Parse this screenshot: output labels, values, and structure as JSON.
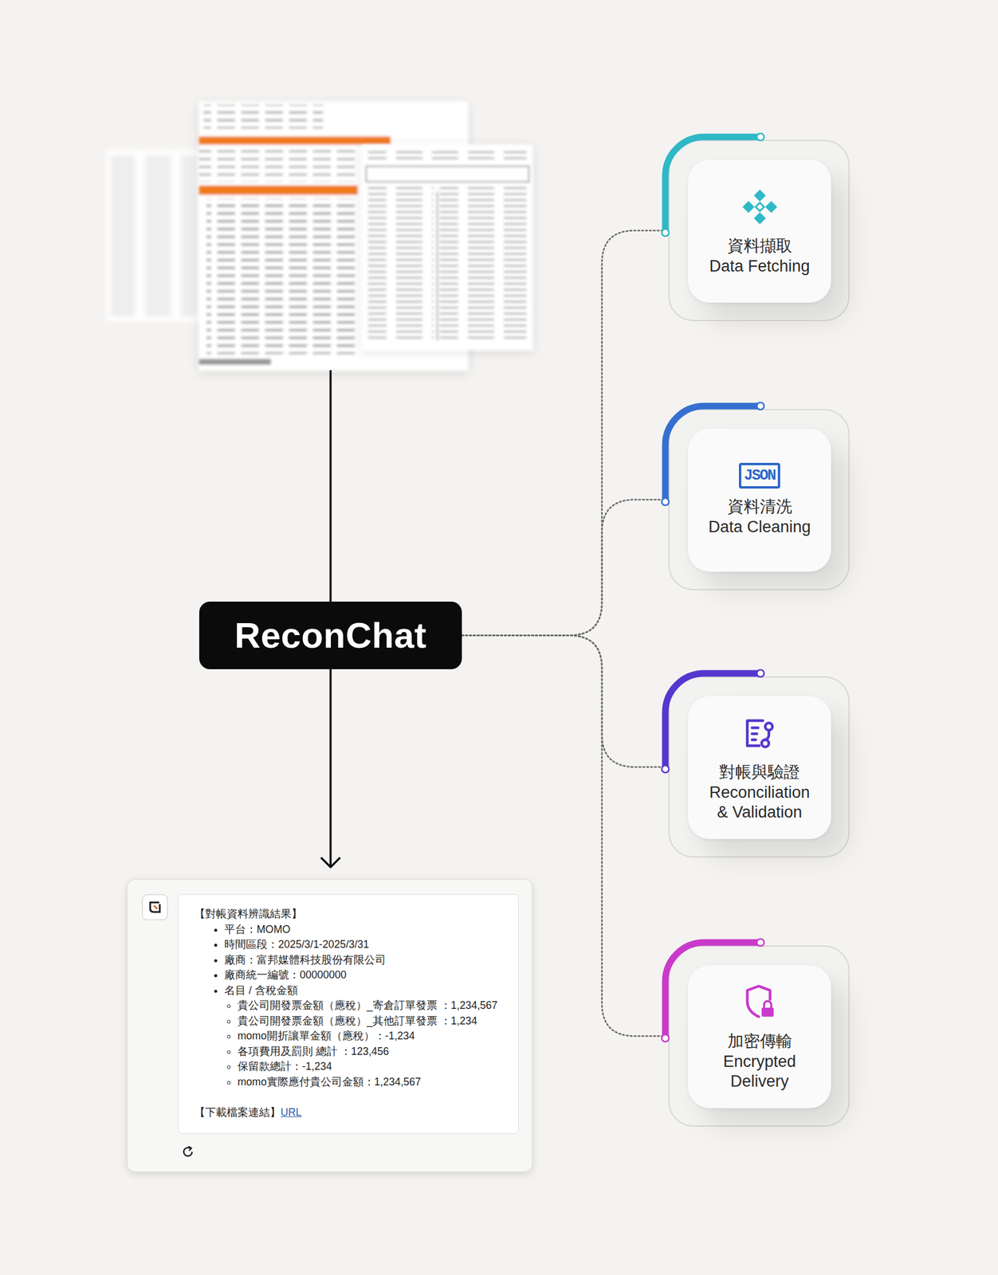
{
  "diagram": {
    "nodes": [
      {
        "text": [
          "ReconChat"
        ]
      },
      {
        "text": [
          "資料擷取",
          "Data Fetching"
        ]
      },
      {
        "text": [
          "JSON",
          "資料清洗",
          "Data Cleaning"
        ]
      },
      {
        "text": [
          "對帳與驗證",
          "Reconciliation & Validation"
        ]
      },
      {
        "text": [
          "加密傳輸",
          "Encrypted Delivery"
        ]
      },
      {
        "text": [
          "【對帳資料辨識結果】",
          "平台：MOMO",
          "時間區段：2025/3/1-2025/3/31",
          "廠商：富邦媒體科技股份有限公司",
          "廠商統一編號：00000000",
          "名目 / 含稅金額",
          "貴公司開發票金額（應稅）_寄倉訂單發票 ：1,234,567",
          "貴公司開發票金額（應稅）_其他訂單發票 ：1,234",
          "momo開折讓單金額（應稅）：-1,234",
          "各項費用及罰則 總計 ：123,456",
          "保留款總計：-1,234",
          "momo實際應付貴公司金額：1,234,567",
          "【下載檔案連結】",
          "URL"
        ]
      }
    ],
    "edges": [
      {
        "from": 0,
        "to": 1,
        "arrow": "none"
      },
      {
        "from": 0,
        "to": 2,
        "arrow": "none"
      },
      {
        "from": 0,
        "to": 3,
        "arrow": "none"
      },
      {
        "from": 0,
        "to": 4,
        "arrow": "none"
      },
      {
        "from": 0,
        "to": 5,
        "arrow": "to"
      }
    ]
  }
}
